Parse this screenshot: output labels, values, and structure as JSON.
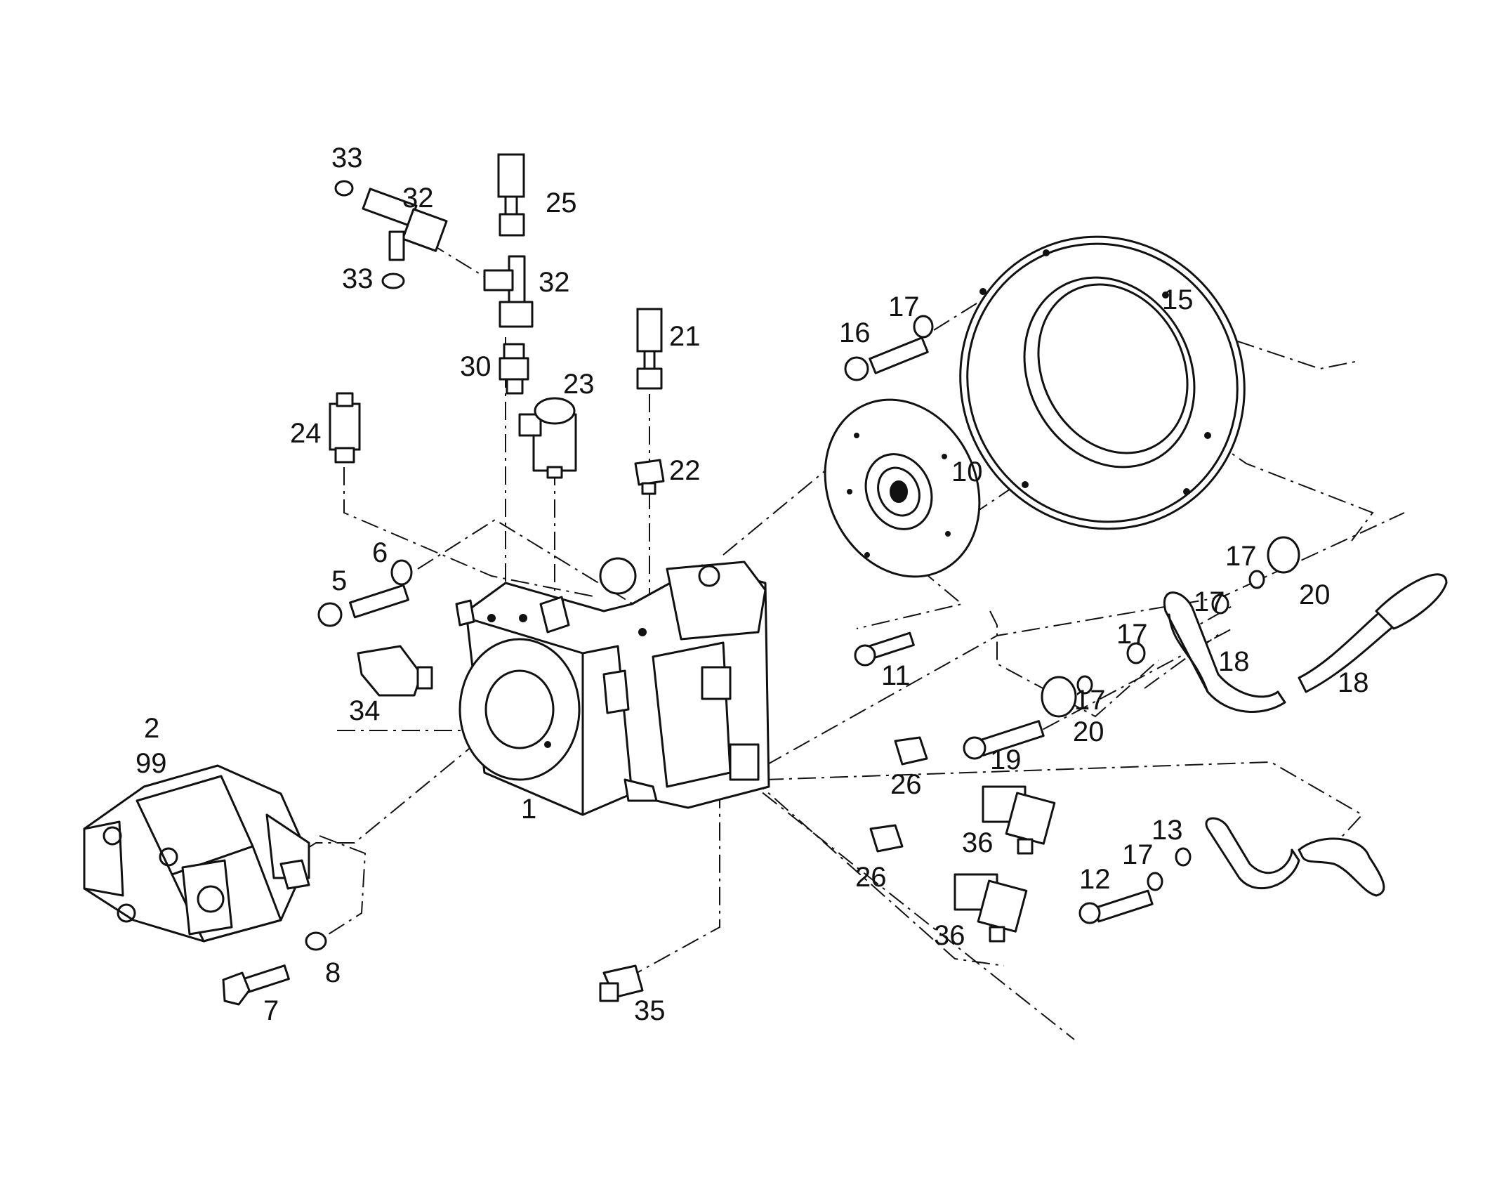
{
  "diagram": {
    "type": "exploded-parts-view",
    "labels": [
      {
        "id": "p1",
        "text": "1"
      },
      {
        "id": "p2",
        "text": "2"
      },
      {
        "id": "p99",
        "text": "99"
      },
      {
        "id": "p5",
        "text": "5"
      },
      {
        "id": "p6",
        "text": "6"
      },
      {
        "id": "p7",
        "text": "7"
      },
      {
        "id": "p8",
        "text": "8"
      },
      {
        "id": "p10",
        "text": "10"
      },
      {
        "id": "p11",
        "text": "11"
      },
      {
        "id": "p12",
        "text": "12"
      },
      {
        "id": "p13",
        "text": "13"
      },
      {
        "id": "p15",
        "text": "15"
      },
      {
        "id": "p16",
        "text": "16"
      },
      {
        "id": "p17a",
        "text": "17"
      },
      {
        "id": "p17b",
        "text": "17"
      },
      {
        "id": "p17c",
        "text": "17"
      },
      {
        "id": "p17d",
        "text": "17"
      },
      {
        "id": "p17e",
        "text": "17"
      },
      {
        "id": "p17f",
        "text": "17"
      },
      {
        "id": "p18a",
        "text": "18"
      },
      {
        "id": "p18b",
        "text": "18"
      },
      {
        "id": "p19",
        "text": "19"
      },
      {
        "id": "p20a",
        "text": "20"
      },
      {
        "id": "p20b",
        "text": "20"
      },
      {
        "id": "p21",
        "text": "21"
      },
      {
        "id": "p22",
        "text": "22"
      },
      {
        "id": "p23",
        "text": "23"
      },
      {
        "id": "p24",
        "text": "24"
      },
      {
        "id": "p25",
        "text": "25"
      },
      {
        "id": "p26a",
        "text": "26"
      },
      {
        "id": "p26b",
        "text": "26"
      },
      {
        "id": "p30",
        "text": "30"
      },
      {
        "id": "p32a",
        "text": "32"
      },
      {
        "id": "p32b",
        "text": "32"
      },
      {
        "id": "p33a",
        "text": "33"
      },
      {
        "id": "p33b",
        "text": "33"
      },
      {
        "id": "p34",
        "text": "34"
      },
      {
        "id": "p35",
        "text": "35"
      },
      {
        "id": "p36a",
        "text": "36"
      },
      {
        "id": "p36b",
        "text": "36"
      }
    ]
  }
}
